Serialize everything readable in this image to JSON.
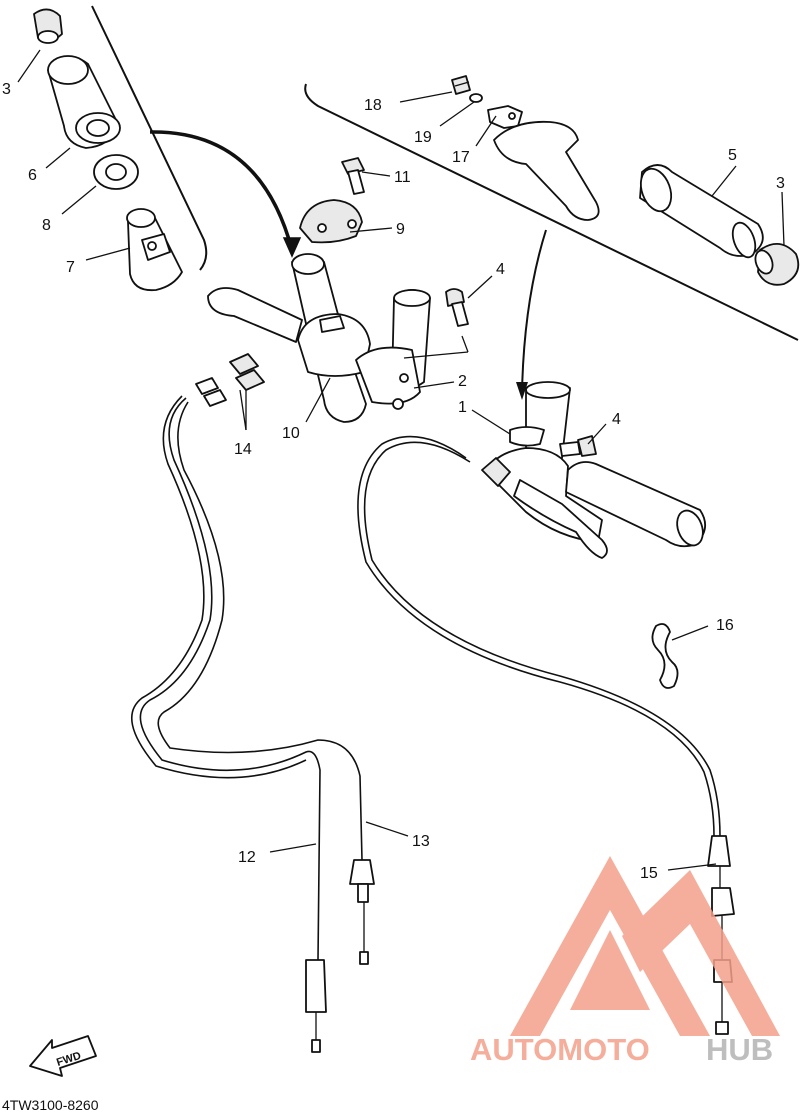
{
  "diagram": {
    "doc_code": "4TW3100-8260",
    "fwd_label": "FWD",
    "callouts": [
      {
        "id": "c1",
        "text": "1"
      },
      {
        "id": "c2",
        "text": "2"
      },
      {
        "id": "c3a",
        "text": "3"
      },
      {
        "id": "c3b",
        "text": "3"
      },
      {
        "id": "c4a",
        "text": "4"
      },
      {
        "id": "c4b",
        "text": "4"
      },
      {
        "id": "c5",
        "text": "5"
      },
      {
        "id": "c6",
        "text": "6"
      },
      {
        "id": "c7",
        "text": "7"
      },
      {
        "id": "c8",
        "text": "8"
      },
      {
        "id": "c9",
        "text": "9"
      },
      {
        "id": "c10",
        "text": "10"
      },
      {
        "id": "c11",
        "text": "11"
      },
      {
        "id": "c12",
        "text": "12"
      },
      {
        "id": "c13",
        "text": "13"
      },
      {
        "id": "c14",
        "text": "14"
      },
      {
        "id": "c15",
        "text": "15"
      },
      {
        "id": "c16",
        "text": "16"
      },
      {
        "id": "c17",
        "text": "17"
      },
      {
        "id": "c18",
        "text": "18"
      },
      {
        "id": "c19",
        "text": "19"
      }
    ]
  },
  "watermark": {
    "brand_part1": "AUTOMOTO",
    "brand_part2": "HUB",
    "color_primary": "#f4a08a",
    "color_secondary": "#b3b3b3"
  }
}
